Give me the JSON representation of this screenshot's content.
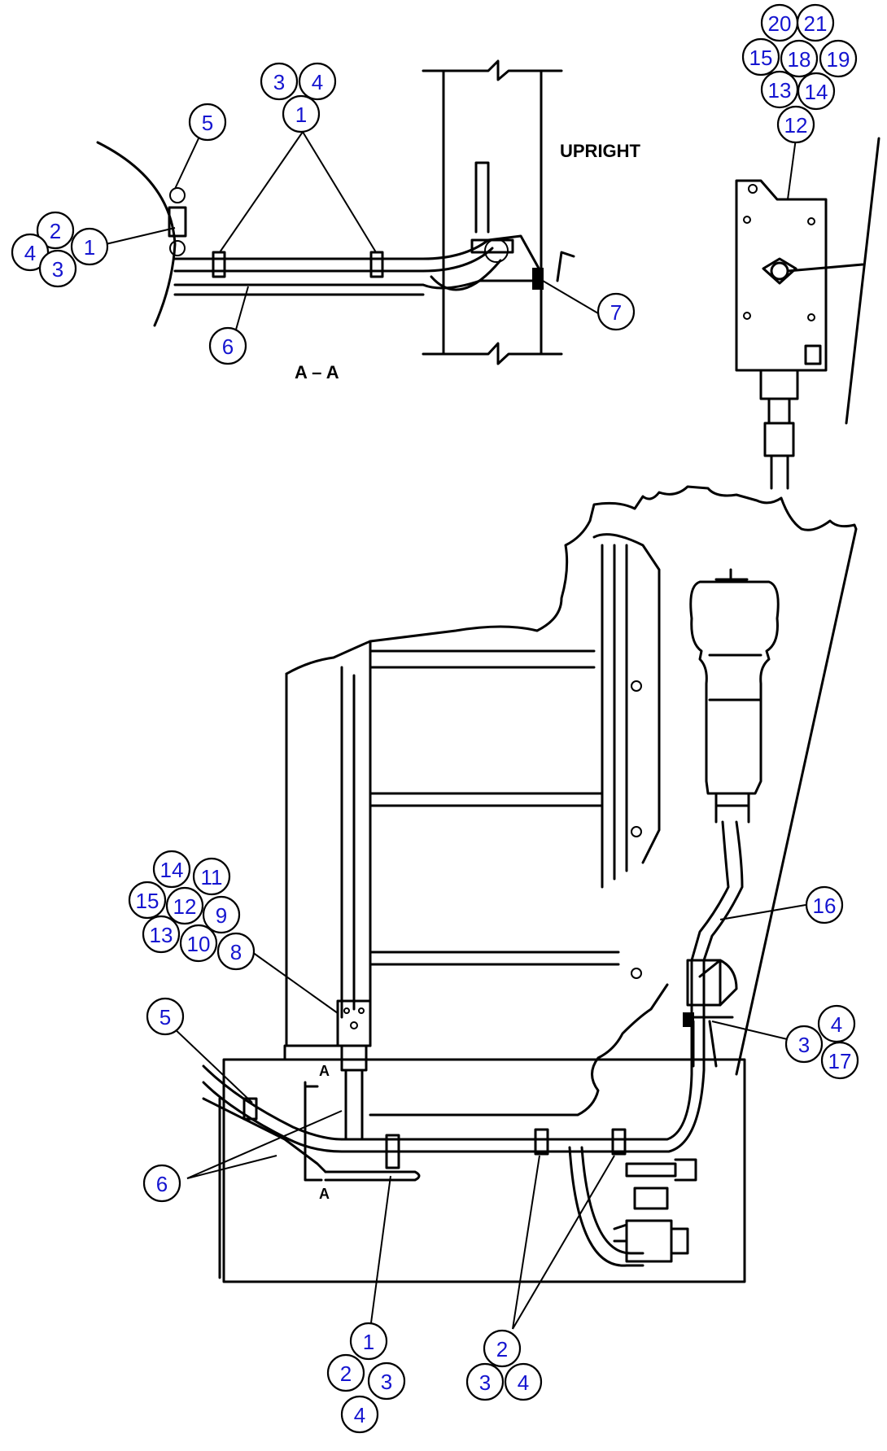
{
  "labels": {
    "upright": "UPRIGHT",
    "section": "A – A",
    "section_marker": "A"
  },
  "callouts": [
    "3",
    "4",
    "1",
    "5",
    "2",
    "4",
    "1",
    "3",
    "6",
    "7",
    "20",
    "21",
    "15",
    "18",
    "19",
    "13",
    "14",
    "12",
    "14",
    "11",
    "15",
    "12",
    "9",
    "13",
    "10",
    "8",
    "5",
    "16",
    "4",
    "3",
    "17",
    "6",
    "1",
    "2",
    "3",
    "4",
    "2",
    "3",
    "4"
  ]
}
